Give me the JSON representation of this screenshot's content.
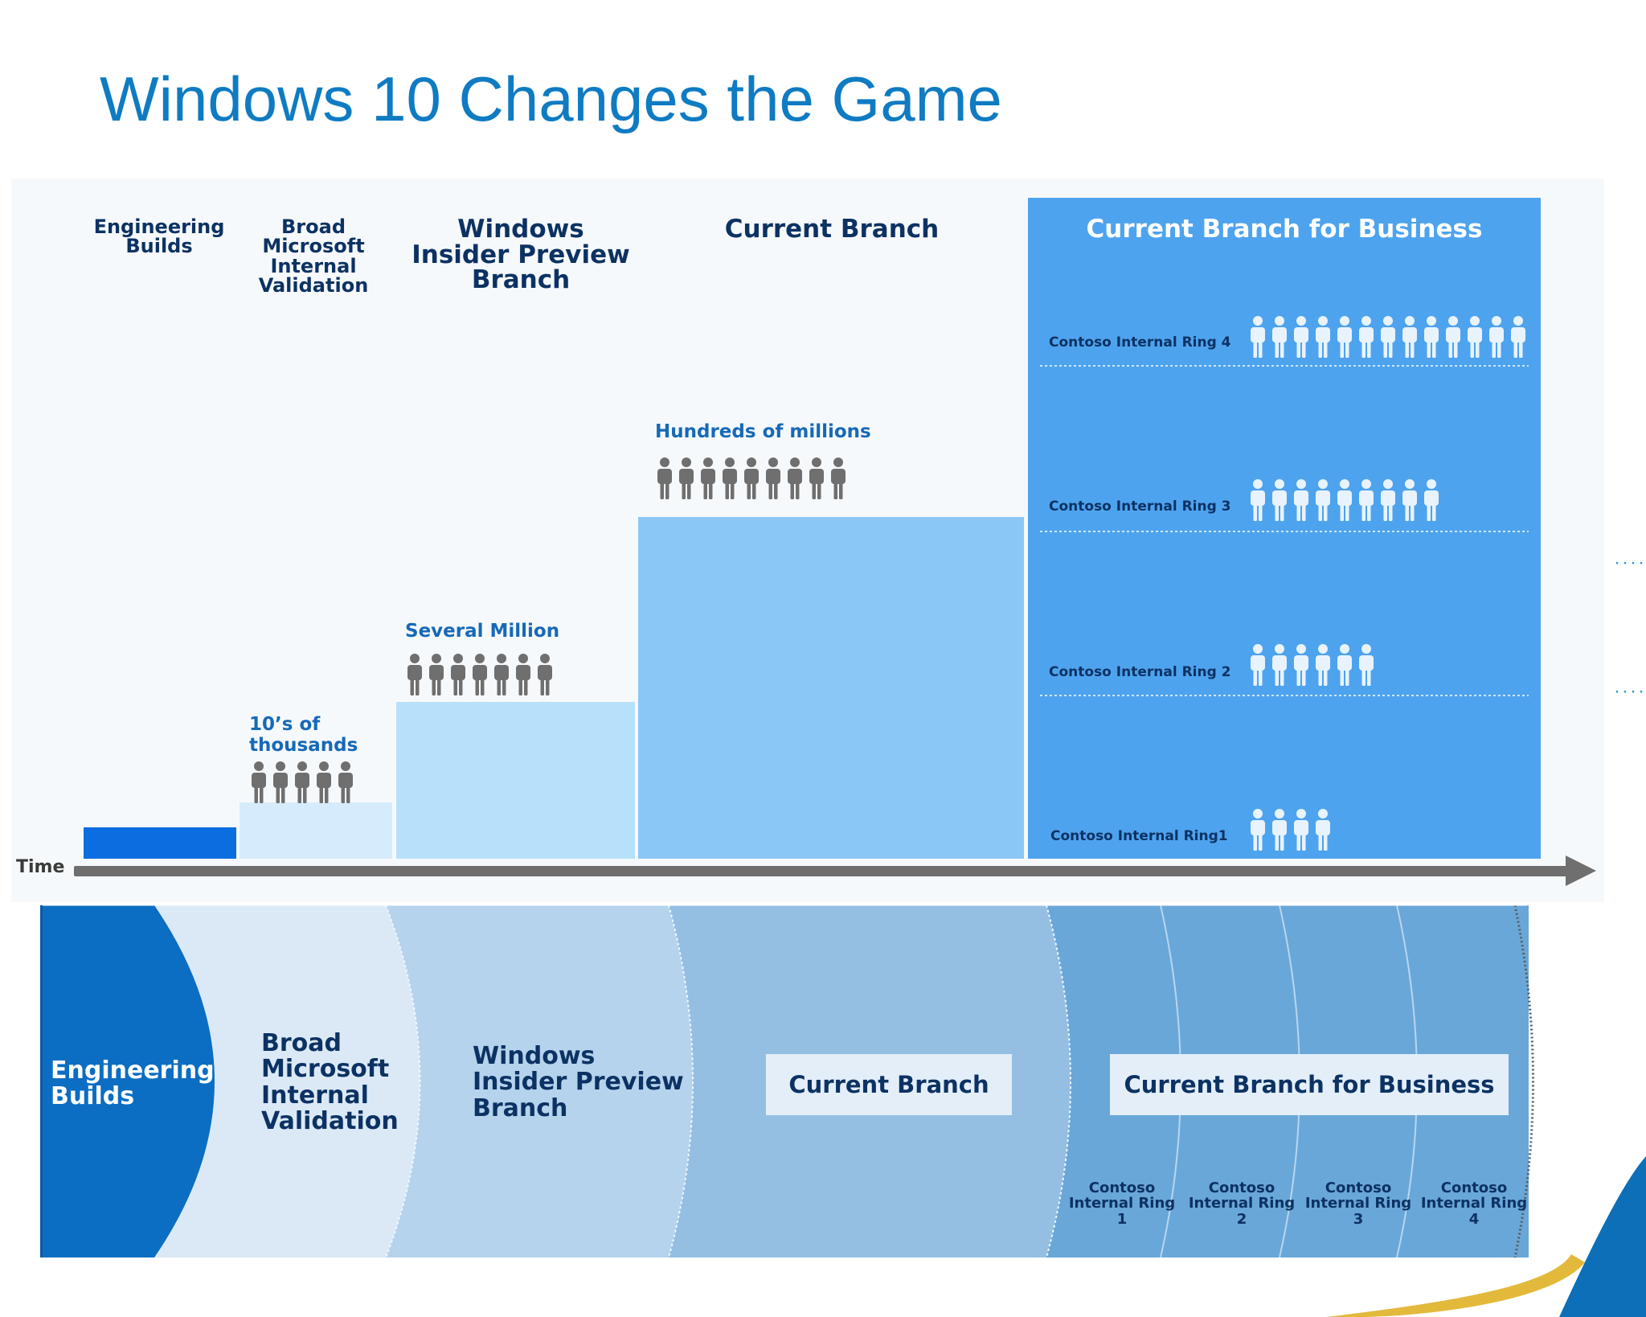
{
  "title": "Windows 10 Changes the Game",
  "colors": {
    "title": "#0f7bc2",
    "dark_blue": "#0c3263",
    "eng_bar": "#0a6ee0",
    "broad_bar": "#d6ecfc",
    "insider_bar": "#b7e1fb",
    "current_bar": "#8ac7f6",
    "business_bg": "#4ea3ee",
    "person_gray": "#6f6f6f",
    "person_light": "#e8f3fd"
  },
  "top": {
    "columns": [
      {
        "label": "Engineering\nBuilds"
      },
      {
        "label": "Broad\nMicrosoft\nInternal\nValidation"
      },
      {
        "label": "Windows\nInsider Preview\nBranch"
      },
      {
        "label": "Current Branch"
      },
      {
        "label": "Current Branch for Business"
      }
    ],
    "counts": {
      "broad": "10’s of\nthousands",
      "insider": "Several Million",
      "current": "Hundreds of millions"
    },
    "rings": [
      {
        "label": "Contoso Internal Ring 4"
      },
      {
        "label": "Contoso Internal Ring 3"
      },
      {
        "label": "Contoso Internal Ring 2"
      },
      {
        "label": "Contoso Internal Ring1"
      }
    ],
    "time_label": "Time",
    "icons": {
      "person": "person-icon",
      "arrow": "arrow-right-icon"
    }
  },
  "bottom": {
    "engineering": "Engineering\nBuilds",
    "broad": "Broad\nMicrosoft\nInternal\nValidation",
    "insider": "Windows\nInsider Preview\nBranch",
    "current": "Current Branch",
    "business": "Current Branch for Business",
    "rings": [
      "Contoso\nInternal Ring\n1",
      "Contoso\nInternal Ring\n2",
      "Contoso\nInternal Ring\n3",
      "Contoso\nInternal Ring\n4"
    ]
  }
}
